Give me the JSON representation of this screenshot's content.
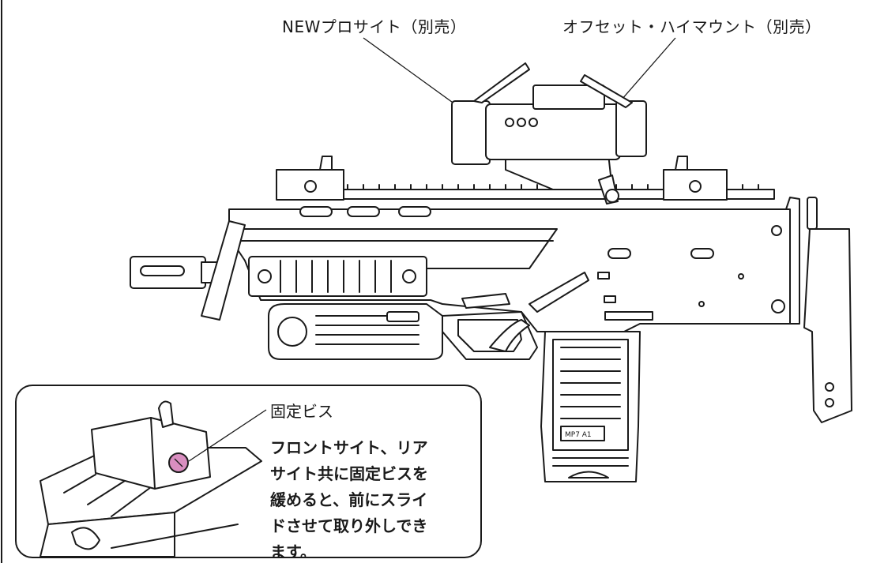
{
  "labels": {
    "sight": "NEWプロサイト（別売）",
    "mount": "オフセット・ハイマウント（別売）"
  },
  "inset": {
    "title": "固定ビス",
    "description": [
      "フロントサイト、リア",
      "サイト共に固定ビスを",
      "緩めると、前にスライ",
      "ドさせて取り外しでき",
      "ます。"
    ],
    "screw_color": "#d98ec0"
  },
  "grip_marking": "MP7 A1"
}
